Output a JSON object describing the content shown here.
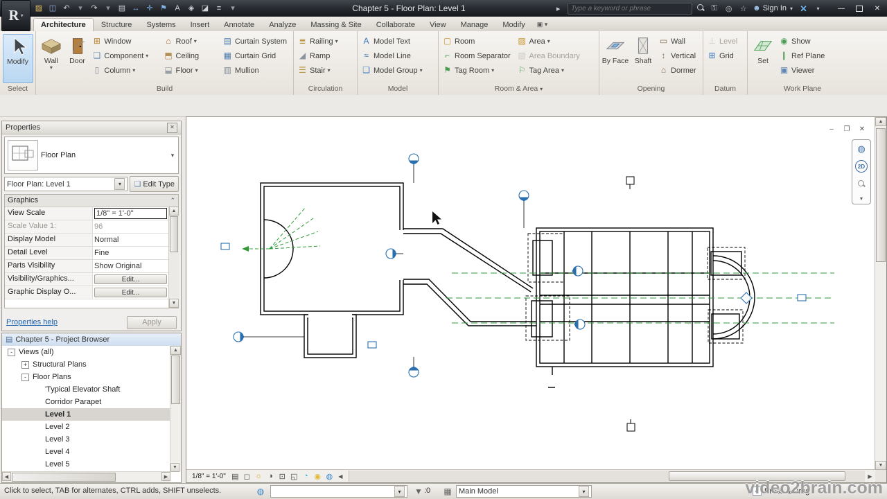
{
  "titlebar": {
    "title": "Chapter 5 - Floor Plan: Level 1",
    "search_placeholder": "Type a keyword or phrase",
    "sign_in": "Sign In",
    "qat_icons": [
      {
        "icon": "open-icon",
        "glyph": "▨",
        "color": "#e3c06a"
      },
      {
        "icon": "save-icon",
        "glyph": "◫",
        "color": "#9db8e8"
      },
      {
        "icon": "undo-icon",
        "glyph": "↶",
        "color": "#cfd3d8"
      },
      {
        "icon": "undo-dropdown-icon",
        "glyph": "▾",
        "color": "#8b9099"
      },
      {
        "icon": "redo-icon",
        "glyph": "↷",
        "color": "#cfd3d8"
      },
      {
        "icon": "redo-dropdown-icon",
        "glyph": "▾",
        "color": "#8b9099"
      },
      {
        "icon": "print-icon",
        "glyph": "▤",
        "color": "#cfd3d8"
      },
      {
        "icon": "measure-icon",
        "glyph": "↔",
        "color": "#7fb2e5"
      },
      {
        "icon": "aligned-dimension-icon",
        "glyph": "✛",
        "color": "#7fb2e5"
      },
      {
        "icon": "tag-icon",
        "glyph": "⚑",
        "color": "#7fb2e5"
      },
      {
        "icon": "text-icon",
        "glyph": "A",
        "color": "#cfd3d8"
      },
      {
        "icon": "default-3d-view-icon",
        "glyph": "◈",
        "color": "#cfd3d8"
      },
      {
        "icon": "section-icon",
        "glyph": "◪",
        "color": "#cfd3d8"
      },
      {
        "icon": "thin-lines-icon",
        "glyph": "≡",
        "color": "#cfd3d8"
      },
      {
        "icon": "qat-customize-icon",
        "glyph": "▾",
        "color": "#9aa0a8"
      }
    ]
  },
  "ribbon": {
    "tabs": [
      "Architecture",
      "Structure",
      "Systems",
      "Insert",
      "Annotate",
      "Analyze",
      "Massing & Site",
      "Collaborate",
      "View",
      "Manage",
      "Modify"
    ],
    "active_tab": "Architecture",
    "select": {
      "modify": "Modify",
      "label": "Select"
    },
    "build": {
      "wall": "Wall",
      "door": "Door",
      "label": "Build",
      "cols": [
        [
          {
            "label": "Window",
            "icon": "window-icon",
            "glyph": "⊞",
            "color": "#b9852a",
            "menu": false
          },
          {
            "label": "Component",
            "icon": "component-icon",
            "glyph": "❏",
            "color": "#5f87b8",
            "menu": true
          },
          {
            "label": "Column",
            "icon": "column-icon",
            "glyph": "▯",
            "color": "#8a8f96",
            "menu": true
          }
        ],
        [
          {
            "label": "Roof",
            "icon": "roof-icon",
            "glyph": "⌂",
            "color": "#a0642e",
            "menu": true
          },
          {
            "label": "Ceiling",
            "icon": "ceiling-icon",
            "glyph": "⬒",
            "color": "#b08c56",
            "menu": false
          },
          {
            "label": "Floor",
            "icon": "floor-icon",
            "glyph": "⬓",
            "color": "#9a9fa6",
            "menu": true
          }
        ],
        [
          {
            "label": "Curtain System",
            "icon": "curtain-system-icon",
            "glyph": "▤",
            "color": "#4f7fae",
            "menu": false
          },
          {
            "label": "Curtain Grid",
            "icon": "curtain-grid-icon",
            "glyph": "▦",
            "color": "#4f7fae",
            "menu": false
          },
          {
            "label": "Mullion",
            "icon": "mullion-icon",
            "glyph": "▥",
            "color": "#7d8793",
            "menu": false
          }
        ]
      ]
    },
    "circulation": {
      "label": "Circulation",
      "items": [
        {
          "label": "Railing",
          "icon": "railing-icon",
          "glyph": "≣",
          "color": "#b8903f",
          "menu": true
        },
        {
          "label": "Ramp",
          "icon": "ramp-icon",
          "glyph": "◢",
          "color": "#8b949e",
          "menu": false
        },
        {
          "label": "Stair",
          "icon": "stair-icon",
          "glyph": "☰",
          "color": "#b8903f",
          "menu": true
        }
      ]
    },
    "model": {
      "label": "Model",
      "items": [
        {
          "label": "Model Text",
          "icon": "model-text-icon",
          "glyph": "A",
          "color": "#3b74b8",
          "menu": false
        },
        {
          "label": "Model Line",
          "icon": "model-line-icon",
          "glyph": "≈",
          "color": "#3b74b8",
          "menu": false
        },
        {
          "label": "Model Group",
          "icon": "model-group-icon",
          "glyph": "❑",
          "color": "#3b74b8",
          "menu": true
        }
      ]
    },
    "room_area": {
      "label": "Room & Area",
      "cols": [
        [
          {
            "label": "Room",
            "icon": "room-icon",
            "glyph": "▢",
            "color": "#c9952f",
            "menu": false
          },
          {
            "label": "Room Separator",
            "icon": "room-separator-icon",
            "glyph": "⌐",
            "color": "#4a9e52",
            "menu": false
          },
          {
            "label": "Tag Room",
            "icon": "tag-room-icon",
            "glyph": "⚑",
            "color": "#4a9e52",
            "menu": true
          }
        ],
        [
          {
            "label": "Area",
            "icon": "area-icon",
            "glyph": "▨",
            "color": "#c9952f",
            "menu": true
          },
          {
            "label": "Area Boundary",
            "icon": "area-boundary-icon",
            "glyph": "▧",
            "color": "#9aa39c",
            "menu": false,
            "disabled": true
          },
          {
            "label": "Tag Area",
            "icon": "tag-area-icon",
            "glyph": "⚐",
            "color": "#4a9e52",
            "menu": true
          }
        ]
      ]
    },
    "opening": {
      "by_face": "By Face",
      "shaft": "Shaft",
      "label": "Opening",
      "items": [
        {
          "label": "Wall",
          "icon": "wall-opening-icon",
          "glyph": "▭",
          "color": "#8b7355",
          "menu": false
        },
        {
          "label": "Vertical",
          "icon": "vertical-opening-icon",
          "glyph": "↕",
          "color": "#8b7355",
          "menu": false
        },
        {
          "label": "Dormer",
          "icon": "dormer-opening-icon",
          "glyph": "⌂",
          "color": "#8b7355",
          "menu": false
        }
      ]
    },
    "datum": {
      "label": "Datum",
      "items": [
        {
          "label": "Level",
          "icon": "level-icon",
          "glyph": "⊥",
          "color": "#9aa39c",
          "menu": false,
          "disabled": true
        },
        {
          "label": "Grid",
          "icon": "grid-icon",
          "glyph": "⊞",
          "color": "#3b74b8",
          "menu": false
        }
      ]
    },
    "work_plane": {
      "set": "Set",
      "label": "Work Plane",
      "items": [
        {
          "label": "Show",
          "icon": "show-workplane-icon",
          "glyph": "◉",
          "color": "#4a9e52",
          "menu": false
        },
        {
          "label": "Ref Plane",
          "icon": "ref-plane-icon",
          "glyph": "∥",
          "color": "#4a9e52",
          "menu": false
        },
        {
          "label": "Viewer",
          "icon": "viewer-icon",
          "glyph": "▣",
          "color": "#5f87b8",
          "menu": false
        }
      ]
    }
  },
  "properties": {
    "header": "Properties",
    "type_name": "Floor Plan",
    "selector": "Floor Plan: Level 1",
    "edit_type": "Edit Type",
    "group": "Graphics",
    "rows": [
      {
        "label": "View Scale",
        "value": "1/8\" = 1'-0\"",
        "focus": true
      },
      {
        "label": "Scale Value    1:",
        "value": "96",
        "gray": true
      },
      {
        "label": "Display Model",
        "value": "Normal"
      },
      {
        "label": "Detail Level",
        "value": "Fine"
      },
      {
        "label": "Parts Visibility",
        "value": "Show Original"
      },
      {
        "label": "Visibility/Graphics...",
        "value": "Edit...",
        "button": true
      },
      {
        "label": "Graphic Display O...",
        "value": "Edit...",
        "button": true
      }
    ],
    "help_link": "Properties help",
    "apply": "Apply"
  },
  "browser": {
    "header": "Chapter 5 - Project Browser",
    "tree": [
      {
        "label": "Views (all)",
        "level": 0,
        "expander": "-"
      },
      {
        "label": "Structural Plans",
        "level": 1,
        "expander": "+"
      },
      {
        "label": "Floor Plans",
        "level": 1,
        "expander": "-"
      },
      {
        "label": "'Typical Elevator Shaft",
        "level": 2
      },
      {
        "label": "Corridor Parapet",
        "level": 2
      },
      {
        "label": "Level 1",
        "level": 2,
        "selected": true
      },
      {
        "label": "Level 2",
        "level": 2
      },
      {
        "label": "Level 3",
        "level": 2
      },
      {
        "label": "Level 4",
        "level": 2
      },
      {
        "label": "Level 5",
        "level": 2
      }
    ]
  },
  "viewbar": {
    "scale": "1/8\" = 1'-0\"",
    "icons": [
      {
        "icon": "detail-level-icon",
        "glyph": "▤",
        "color": "#4a4a4a"
      },
      {
        "icon": "visual-style-icon",
        "glyph": "◻",
        "color": "#4a4a4a"
      },
      {
        "icon": "sun-path-icon",
        "glyph": "☼",
        "color": "#e0a52a"
      },
      {
        "icon": "shadows-icon",
        "glyph": "◑",
        "color": "#4a4a4a"
      },
      {
        "icon": "crop-view-icon",
        "glyph": "⊡",
        "color": "#4a4a4a"
      },
      {
        "icon": "show-crop-region-icon",
        "glyph": "◱",
        "color": "#4a4a4a"
      },
      {
        "icon": "temporary-hide-isolate-icon",
        "glyph": "◔",
        "color": "#2ab3c9"
      },
      {
        "icon": "reveal-hidden-elements-icon",
        "glyph": "◉",
        "color": "#e0b832"
      },
      {
        "icon": "worksharing-display-icon",
        "glyph": "◍",
        "color": "#3a87c8"
      }
    ]
  },
  "statusbar": {
    "hint": "Click to select, TAB for alternates, CTRL adds, SHIFT unselects.",
    "filter_count": ":0",
    "main_model": "Main Model",
    "press_drag": "Press & Drag"
  },
  "watermark": "video2brain.com"
}
